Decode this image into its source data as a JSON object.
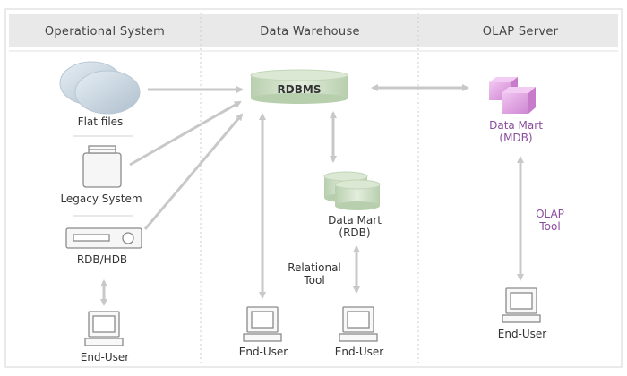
{
  "headers": {
    "operational": "Operational System",
    "warehouse": "Data Warehouse",
    "olap": "OLAP Server"
  },
  "nodes": {
    "flat_files": "Flat files",
    "legacy_system": "Legacy System",
    "rdb_hdb": "RDB/HDB",
    "end_user_left": "End-User",
    "rdbms": "RDBMS",
    "data_mart_rdb_line1": "Data Mart",
    "data_mart_rdb_line2": "(RDB)",
    "relational_tool_line1": "Relational",
    "relational_tool_line2": "Tool",
    "end_user_mid1": "End-User",
    "end_user_mid2": "End-User",
    "data_mart_mdb_line1": "Data Mart",
    "data_mart_mdb_line2": "(MDB)",
    "olap_tool_line1": "OLAP",
    "olap_tool_line2": "Tool",
    "end_user_right": "End-User"
  },
  "colors": {
    "header_bg": "#e9e9e9",
    "border": "#d6d6d6",
    "arrow": "#c8c8c8",
    "cylinder": "#c9dcc0",
    "mdb_cube": "#e6a8e6",
    "purple_text": "#8a4d9c",
    "icon_stroke": "#8a8a8a"
  }
}
